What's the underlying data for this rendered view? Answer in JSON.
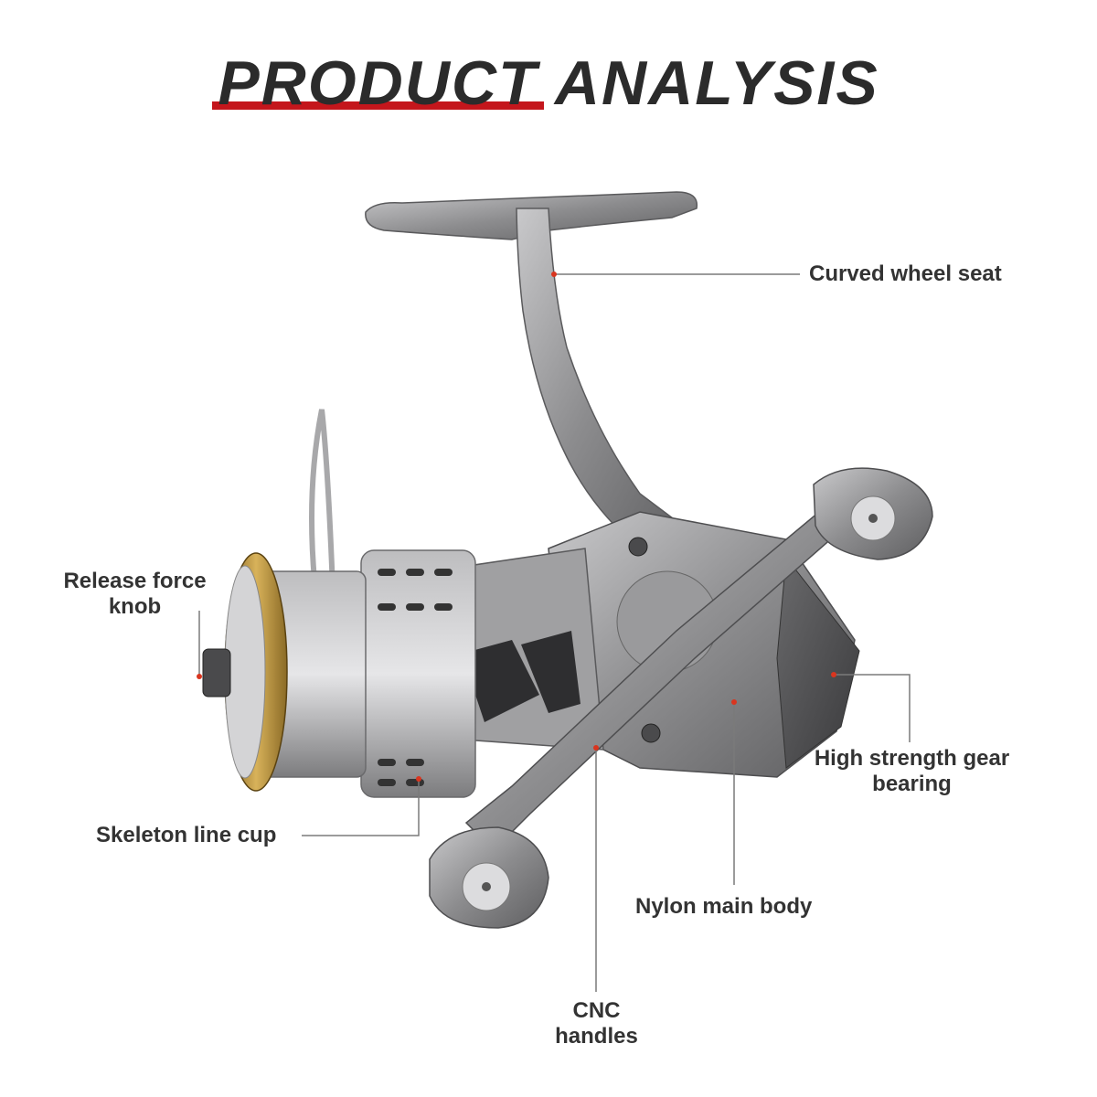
{
  "title": {
    "word1": "PRODUCT",
    "word2": "ANALYSIS",
    "accent_color": "#c4161c"
  },
  "labels": {
    "curved_wheel_seat": "Curved wheel seat",
    "release_force_knob_line1": "Release force",
    "release_force_knob_line2": "knob",
    "high_strength_line1": "High strength gear",
    "high_strength_line2": "bearing",
    "skeleton_line_cup": "Skeleton line cup",
    "nylon_main_body": "Nylon main body",
    "cnc_line1": "CNC",
    "cnc_line2": "handles"
  },
  "colors": {
    "reel_body": "#8a8a8c",
    "spool_gold": "#b8913a",
    "leader_line": "#7a7a7a",
    "marker": "#d9351f"
  }
}
